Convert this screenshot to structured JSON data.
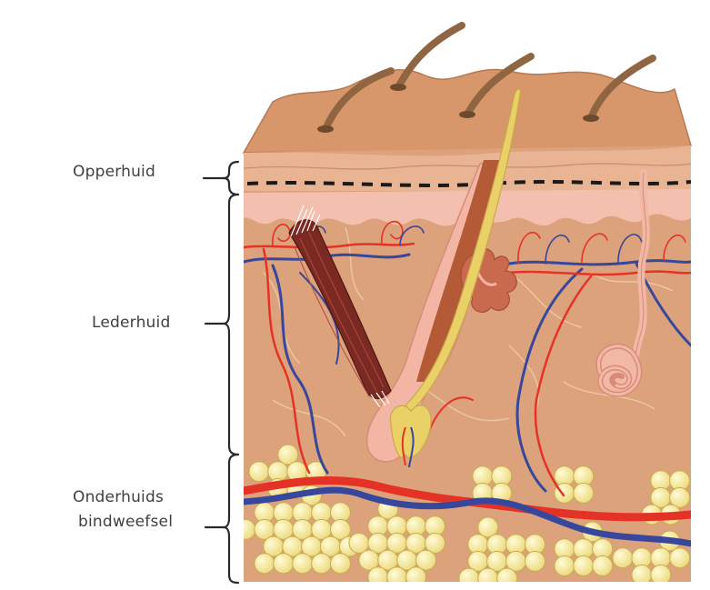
{
  "diagram": {
    "layers": [
      {
        "label": "Opperhuid"
      },
      {
        "label": "Lederhuid"
      },
      {
        "label": "Onderhuids",
        "label_line2": "bindweefsel"
      }
    ]
  },
  "colors": {
    "skin_surface": "#d8976a",
    "epidermis": "#e7b08f",
    "dermis": "#dca27c",
    "fat": "#f6ec9c",
    "artery": "#e53226",
    "vein": "#37479c",
    "hair": "#8f6542",
    "hair_shaft": "#ead167",
    "muscle": "#7a2a22"
  }
}
